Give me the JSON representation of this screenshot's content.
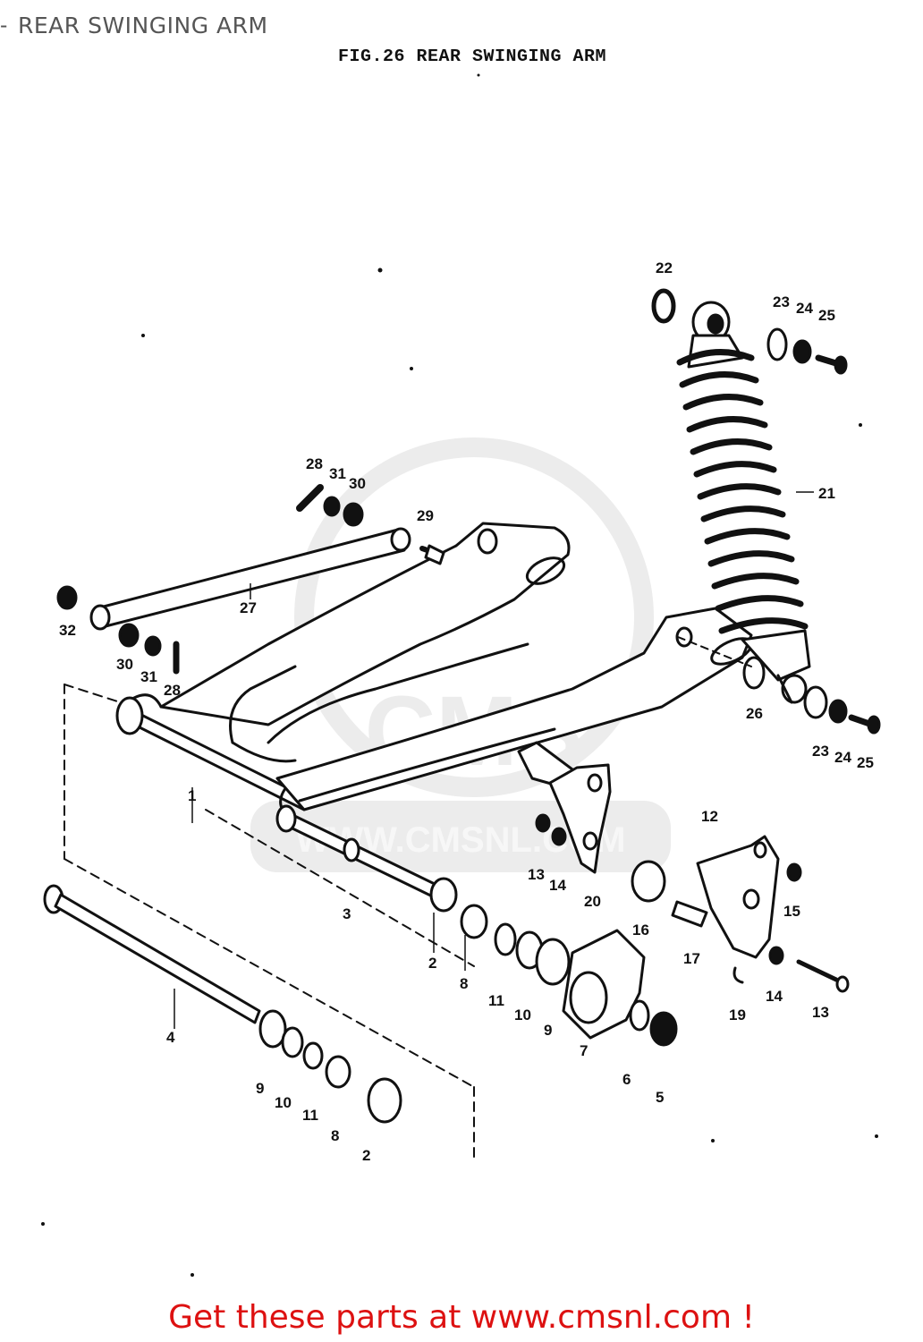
{
  "header": {
    "dash": "-",
    "title": "REAR SWINGING ARM"
  },
  "figure": {
    "caption": "FIG.26  REAR SWINGING ARM"
  },
  "watermark": {
    "text": "WWW.CMSNL.COM",
    "logo_text": "CMS"
  },
  "callouts": {
    "c1": "1",
    "c2a": "2",
    "c2b": "2",
    "c3": "3",
    "c4": "4",
    "c5": "5",
    "c6": "6",
    "c7": "7",
    "c8a": "8",
    "c8b": "8",
    "c9a": "9",
    "c9b": "9",
    "c10a": "10",
    "c10b": "10",
    "c11a": "11",
    "c11b": "11",
    "c12": "12",
    "c13a": "13",
    "c13b": "13",
    "c14a": "14",
    "c14b": "14",
    "c15": "15",
    "c16": "16",
    "c17": "17",
    "c19": "19",
    "c20": "20",
    "c21": "21",
    "c22": "22",
    "c23a": "23",
    "c23b": "23",
    "c24a": "24",
    "c24b": "24",
    "c25a": "25",
    "c25b": "25",
    "c26": "26",
    "c27": "27",
    "c28a": "28",
    "c28b": "28",
    "c29": "29",
    "c30a": "30",
    "c30b": "30",
    "c31a": "31",
    "c31b": "31",
    "c32": "32"
  },
  "footer": {
    "link_text": "Get these parts at www.cmsnl.com !"
  },
  "colors": {
    "ink": "#111111",
    "footer_red": "#dd1111",
    "watermark_grey": "#e3e3e3",
    "header_grey": "#555555"
  }
}
